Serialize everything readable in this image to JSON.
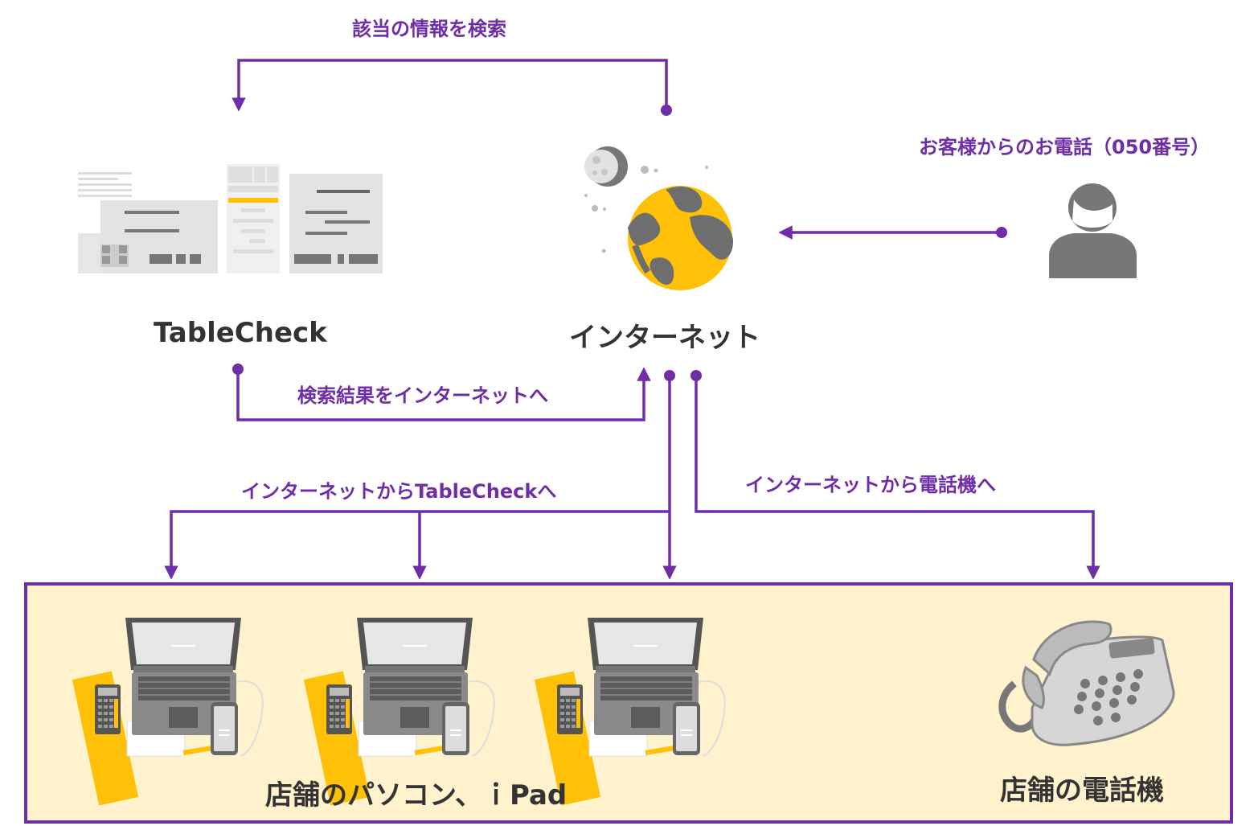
{
  "colors": {
    "accent": "#6f2da8",
    "gold": "#ffc107",
    "gray": "#777777",
    "store_bg": "#fff2cc",
    "text": "#333333"
  },
  "nodes": {
    "tablecheck": "TableCheck",
    "internet": "インターネット",
    "store_pcs": "店舗のパソコン、ｉPad",
    "store_phone": "店舗の電話機"
  },
  "edges": {
    "search_info": "該当の情報を検索",
    "customer_call": "お客様からのお電話（050番号）",
    "results_to_internet": "検索結果をインターネットへ",
    "internet_to_tablecheck": "インターネットからTableCheckへ",
    "internet_to_phone": "インターネットから電話機へ"
  },
  "icons": {
    "tablecheck": "tablecheck-screens-icon",
    "internet": "globe-icon",
    "moon": "moon-icon",
    "customer": "person-icon",
    "pc": "laptop-icon",
    "phone": "telephone-icon"
  }
}
